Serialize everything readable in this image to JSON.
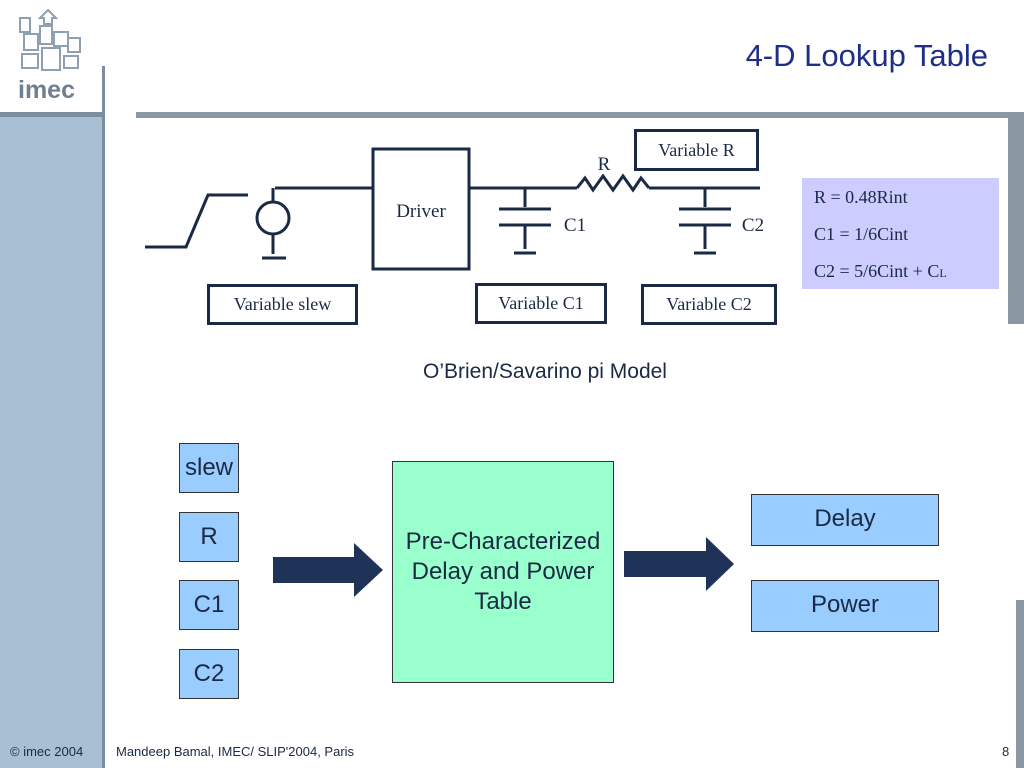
{
  "logo": {
    "text": "imec"
  },
  "title": "4-D Lookup Table",
  "circuit": {
    "driver_label": "Driver",
    "resistor_label": "R",
    "c1_label": "C1",
    "c2_label": "C2",
    "variable_r": "Variable R",
    "variable_slew": "Variable slew",
    "variable_c1": "Variable C1",
    "variable_c2": "Variable C2"
  },
  "formulas": {
    "r": "R = 0.48Rint",
    "c1": "C1 = 1/6Cint",
    "c2_main": "C2 = 5/6Cint + C",
    "c2_sub": "L"
  },
  "model_caption": "O’Brien/Savarino pi Model",
  "inputs": [
    "slew",
    "R",
    "C1",
    "C2"
  ],
  "table_label": "Pre-Characterized Delay and Power Table",
  "outputs": [
    "Delay",
    "Power"
  ],
  "footer": {
    "copyright": "© imec 2004",
    "author": "Mandeep Bamal, IMEC/ SLIP'2004, Paris",
    "page": "8"
  },
  "colors": {
    "title": "#1f2e86",
    "input_box": "#99ccff",
    "table_box": "#99ffcc",
    "formula_box": "#ccccff",
    "arrow": "#1f3358"
  }
}
